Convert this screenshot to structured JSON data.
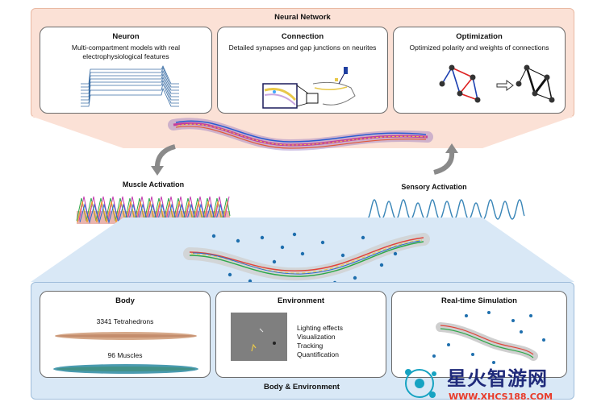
{
  "neural_network": {
    "title": "Neural Network",
    "neuron": {
      "title": "Neuron",
      "desc": "Multi-compartment models with real electrophysiological features"
    },
    "connection": {
      "title": "Connection",
      "desc": "Detailed synapses and gap junctions on neurites"
    },
    "optimization": {
      "title": "Optimization",
      "desc": "Optimized polarity and weights of connections"
    }
  },
  "middle": {
    "muscle_activation": "Muscle Activation",
    "sensory_activation": "Sensory Activation"
  },
  "body_environment": {
    "title": "Body & Environment",
    "body": {
      "title": "Body",
      "tetrahedrons": "3341 Tetrahedrons",
      "muscles": "96 Muscles"
    },
    "environment": {
      "title": "Environment",
      "features": [
        "Lighting effects",
        "Visualization",
        "Tracking",
        "Quantification"
      ]
    },
    "realtime": {
      "title": "Real-time Simulation"
    }
  },
  "watermark": {
    "brand": "星火智游网",
    "url": "WWW.XHCS188.COM"
  },
  "colors": {
    "top_panel": "#fbe1d6",
    "bottom_panel": "#d9e8f6",
    "arrow": "#8a8a8a",
    "dot": "#1f6fae"
  }
}
